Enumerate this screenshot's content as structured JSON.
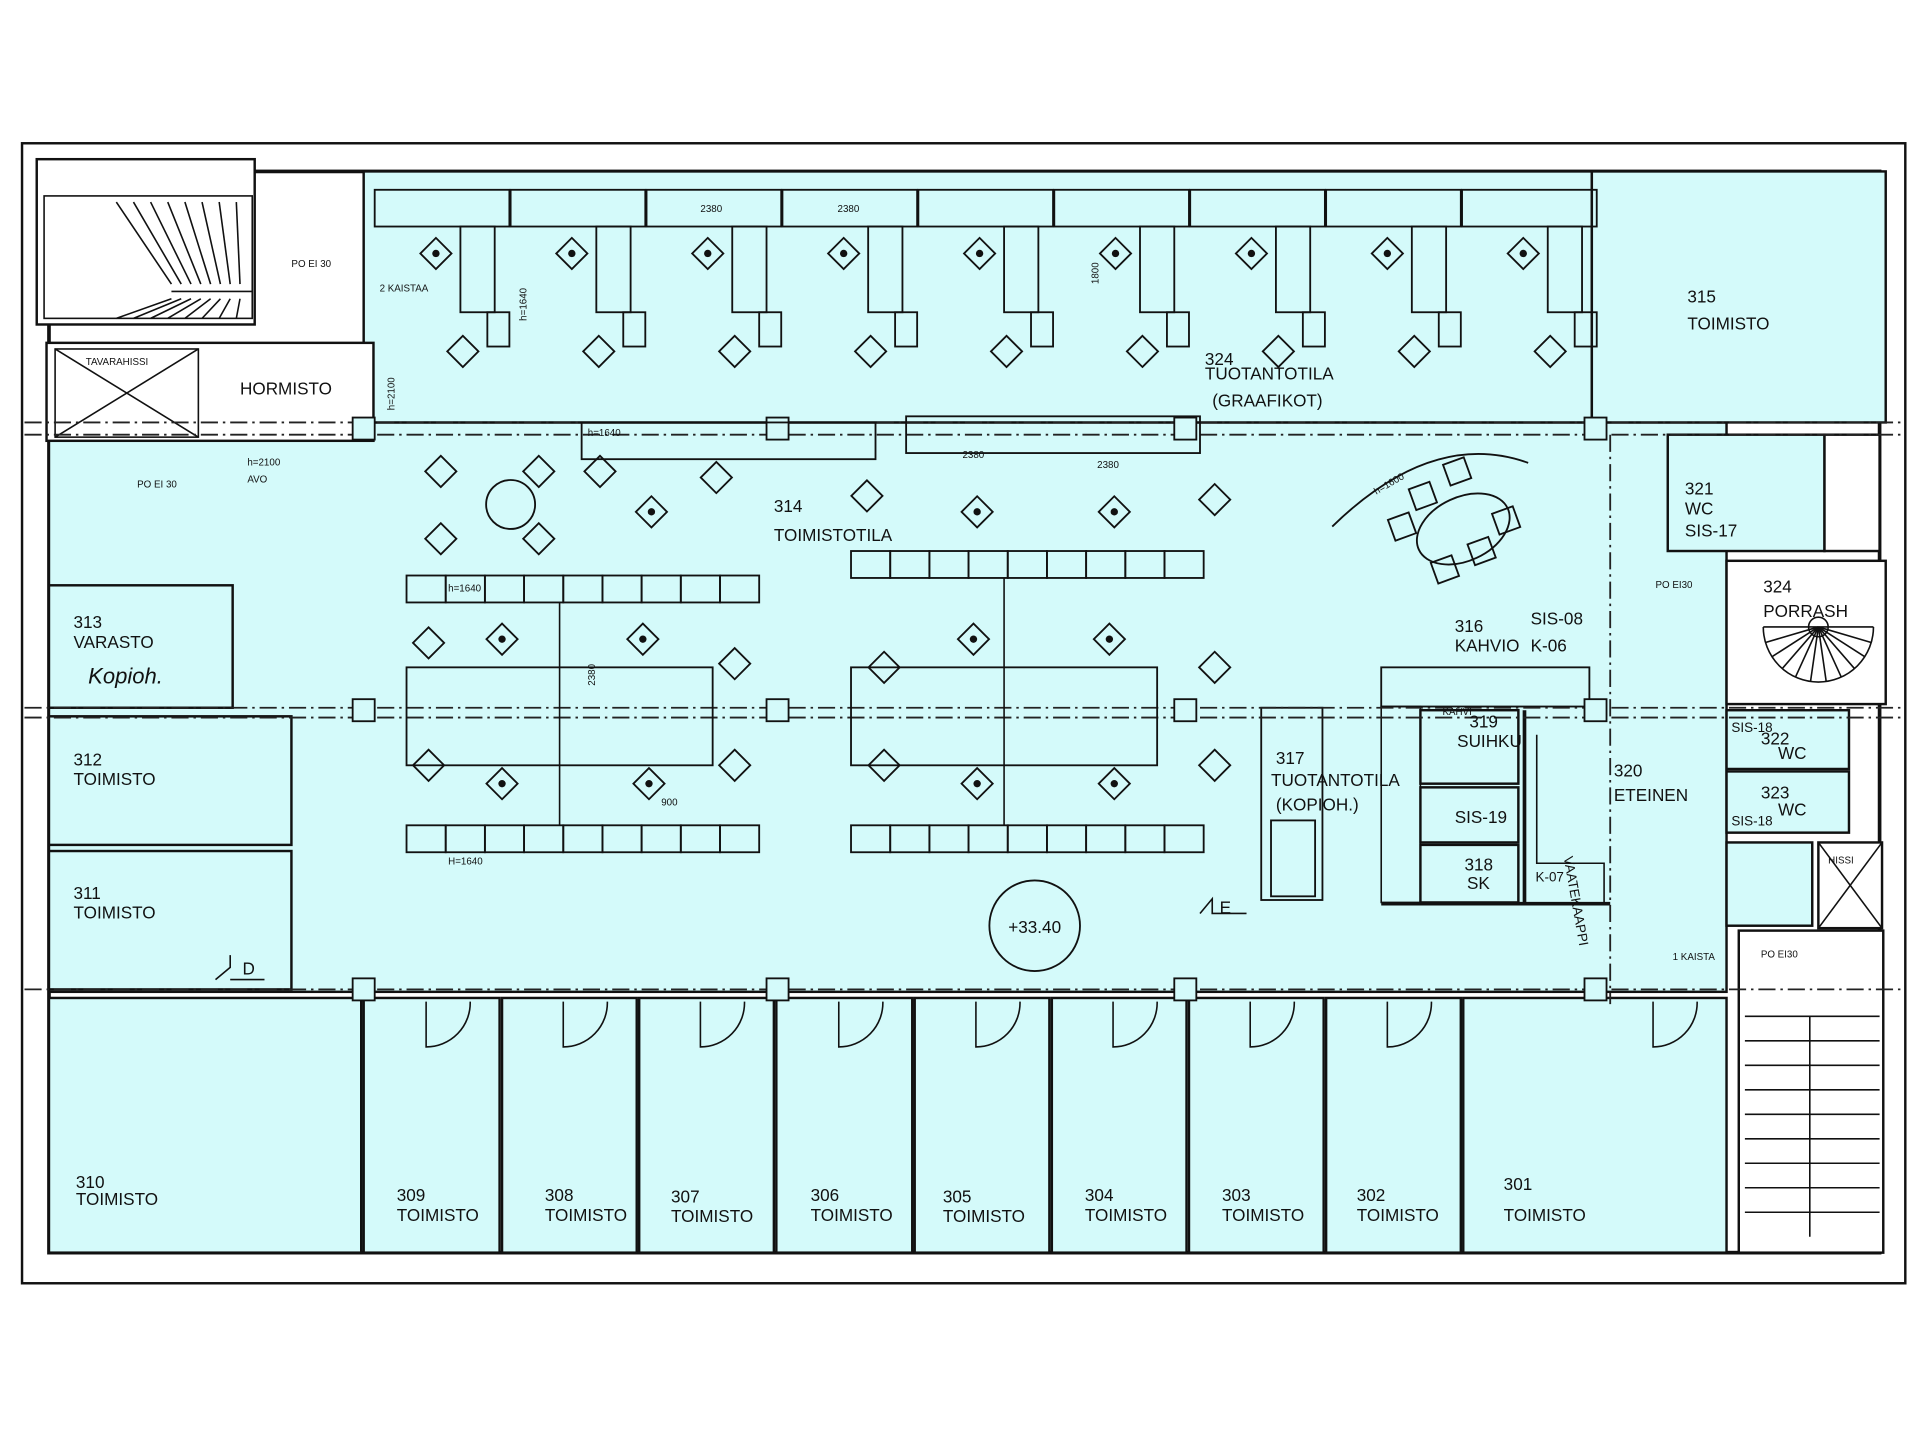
{
  "plan": {
    "level": "+33.40",
    "rooms": {
      "r324": {
        "number": "324",
        "name": "TUOTANTOTILA",
        "sub": "(GRAAFIKOT)"
      },
      "r315": {
        "number": "315",
        "name": "TOIMISTO"
      },
      "r314": {
        "number": "314",
        "name": "TOIMISTOTILA"
      },
      "r313": {
        "number": "313",
        "name": "VARASTO",
        "handwritten": "Kopioh."
      },
      "r312": {
        "number": "312",
        "name": "TOIMISTO"
      },
      "r311": {
        "number": "311",
        "name": "TOIMISTO"
      },
      "r310": {
        "number": "310",
        "name": "TOIMISTO"
      },
      "r309": {
        "number": "309",
        "name": "TOIMISTO"
      },
      "r308": {
        "number": "308",
        "name": "TOIMISTO"
      },
      "r307": {
        "number": "307",
        "name": "TOIMISTO"
      },
      "r306": {
        "number": "306",
        "name": "TOIMISTO"
      },
      "r305": {
        "number": "305",
        "name": "TOIMISTO"
      },
      "r304": {
        "number": "304",
        "name": "TOIMISTO"
      },
      "r303": {
        "number": "303",
        "name": "TOIMISTO"
      },
      "r302": {
        "number": "302",
        "name": "TOIMISTO"
      },
      "r301": {
        "number": "301",
        "name": "TOIMISTO"
      },
      "r316": {
        "number": "316",
        "name": "KAHVIO",
        "code1": "SIS-08",
        "code2": "K-06"
      },
      "r317": {
        "number": "317",
        "name": "TUOTANTOTILA",
        "sub": "(KOPIOH.)"
      },
      "r319": {
        "number": "319",
        "name": "SUIHKU"
      },
      "r318": {
        "number": "318",
        "name": "SK"
      },
      "r320": {
        "number": "320",
        "name": "ETEINEN"
      },
      "r321": {
        "number": "321",
        "name": "WC",
        "code": "SIS-17"
      },
      "r322": {
        "number": "322",
        "name": "WC",
        "code": "SIS-18"
      },
      "r323": {
        "number": "323",
        "name": "WC",
        "code": "SIS-18"
      },
      "r324b": {
        "number": "324",
        "name": "PORRASH"
      }
    },
    "labels": {
      "hormisto": "HORMISTO",
      "tavarahissi": "TAVARAHISSI",
      "hissi": "HISSI",
      "vaatekaappi": "VAATEKAAPPI",
      "sis19": "SIS-19",
      "k07": "K-07",
      "kahvi": "KAHVI",
      "po_ei30_top": "PO EI 30",
      "po_ei30_left": "PO EI 30",
      "po_ei30_right": "PO EI30",
      "po_ei30_wc": "PO EI30",
      "kaistaa2": "2 KAISTAA",
      "kaista1": "1 KAISTA",
      "h2100a": "h=2100",
      "h2100b": "h=2100",
      "avo": "AVO",
      "h1640a": "h=1640",
      "h1640b": "h=1640",
      "h1640c": "H=1640",
      "h1640d": "h=1640",
      "h1600": "h=1600",
      "dim2380a": "2380",
      "dim2380b": "2380",
      "dim2380c": "2380",
      "dim2380d": "2380",
      "dim1800": "1800",
      "dim2380e": "2380",
      "dim900": "900",
      "marker_d": "D",
      "marker_e": "E"
    }
  }
}
